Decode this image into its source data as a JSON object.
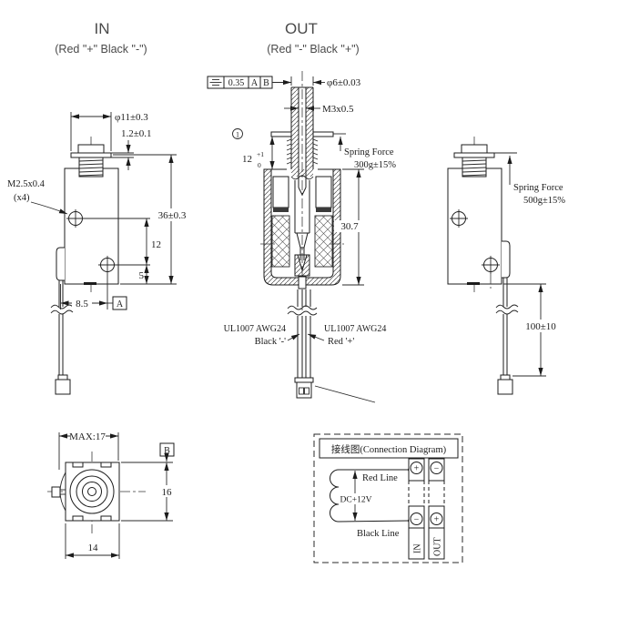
{
  "header": {
    "in_title": "IN",
    "in_subtitle": "(Red \"+\"  Black \"-\")",
    "out_title": "OUT",
    "out_subtitle": "(Red \"-\"  Black \"+\")"
  },
  "left_view": {
    "tap_thread": "M2.5x0.4",
    "tap_qty": "(x4)",
    "flange_dia": "φ11±0.3",
    "flange_thickness": "1.2±0.1",
    "body_height": "36±0.3",
    "hole_pitch": "12",
    "hole_to_bottom": "5",
    "wire_offset": "8.5",
    "datum_a": "A"
  },
  "center_view": {
    "fcf": {
      "tolerance": "0.35",
      "datum_1": "A",
      "datum_2": "B"
    },
    "shaft_dia": "φ6±0.03",
    "shaft_thread": "M3x0.5",
    "balloon_1": "1",
    "stroke_dim": "12",
    "stroke_tol_upper": "+1",
    "stroke_tol_lower": "0",
    "spring_force_label": "Spring Force",
    "spring_force_value": "300g±15%",
    "case_height": "30.7",
    "wire_left_spec": "UL1007 AWG24",
    "wire_left_polarity": "Black '-'",
    "wire_right_spec": "UL1007 AWG24",
    "wire_right_polarity": "Red '+'"
  },
  "right_view": {
    "spring_force_label": "Spring Force",
    "spring_force_value": "500g±15%",
    "lead_length": "100±10"
  },
  "bottom_view": {
    "max_width": "MAX:17",
    "side_height": "16",
    "body_width": "14",
    "datum_b": "B"
  },
  "connection_diagram": {
    "title": "接线图(Connection Diagram)",
    "red_line": "Red Line",
    "voltage": "DC+12V",
    "black_line": "Black Line",
    "in_terminal": {
      "label": "IN",
      "top_polarity": "+",
      "bottom_polarity": "−"
    },
    "out_terminal": {
      "label": "OUT",
      "top_polarity": "−",
      "bottom_polarity": "+"
    }
  }
}
